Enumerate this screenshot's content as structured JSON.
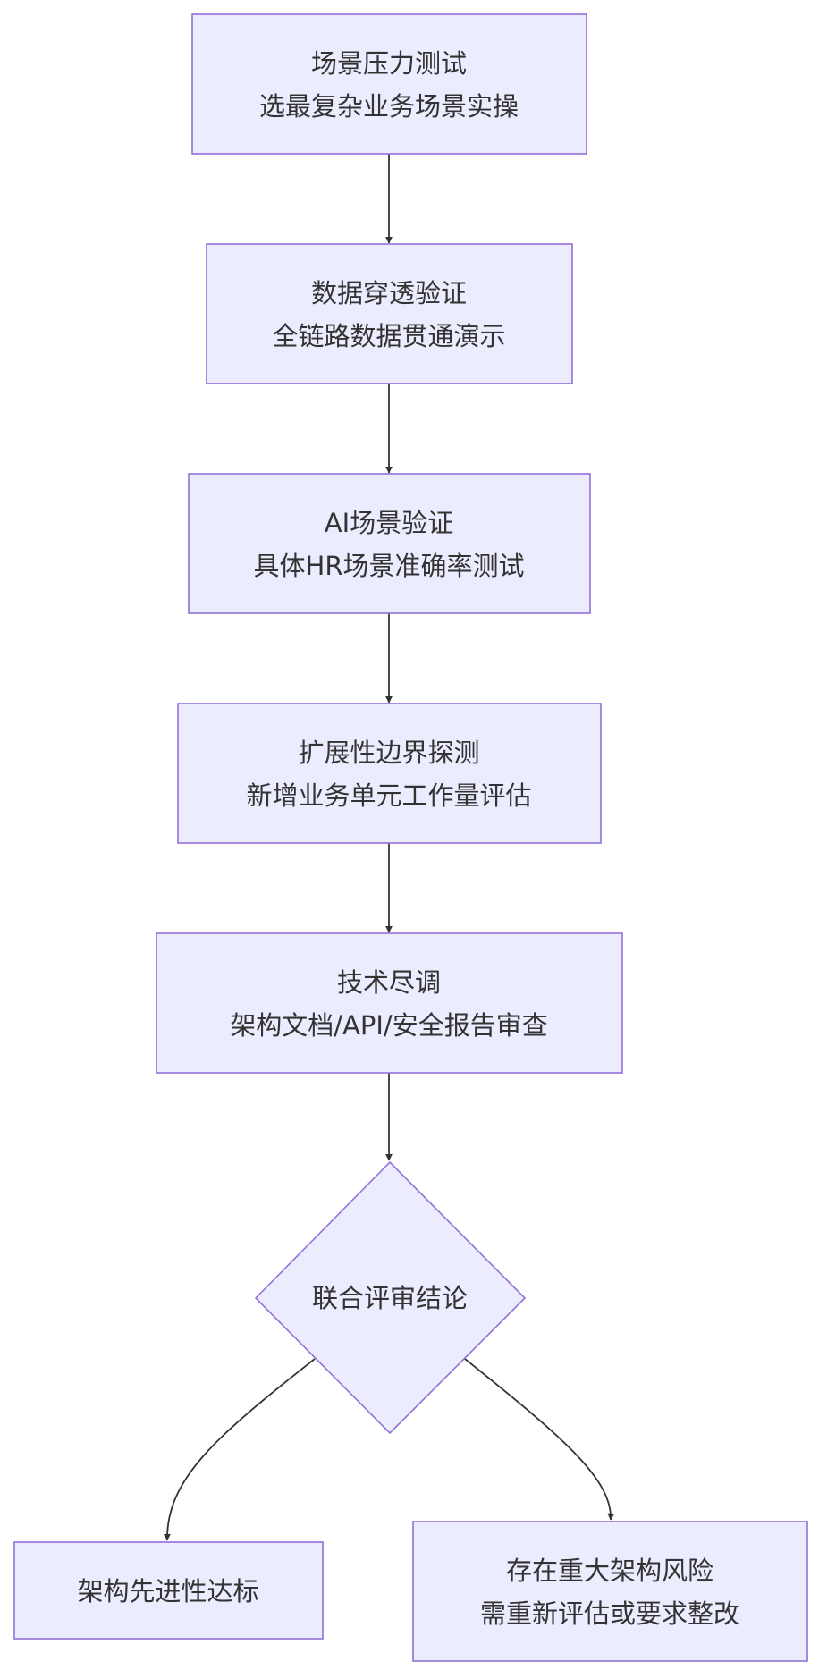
{
  "nodes": {
    "scenario_stress_test": {
      "title": "场景压力测试",
      "subtitle": "选最复杂业务场景实操"
    },
    "data_penetration": {
      "title": "数据穿透验证",
      "subtitle": "全链路数据贯通演示"
    },
    "ai_scenario": {
      "title": "AI场景验证",
      "subtitle": "具体HR场景准确率测试"
    },
    "scalability": {
      "title": "扩展性边界探测",
      "subtitle": "新增业务单元工作量评估"
    },
    "tech_due_diligence": {
      "title": "技术尽调",
      "subtitle": "架构文档/API/安全报告审查"
    },
    "joint_review": {
      "title": "联合评审结论"
    },
    "outcome_pass": {
      "title": "架构先进性达标"
    },
    "outcome_risk": {
      "title": "存在重大架构风险",
      "subtitle": "需重新评估或要求整改"
    }
  }
}
